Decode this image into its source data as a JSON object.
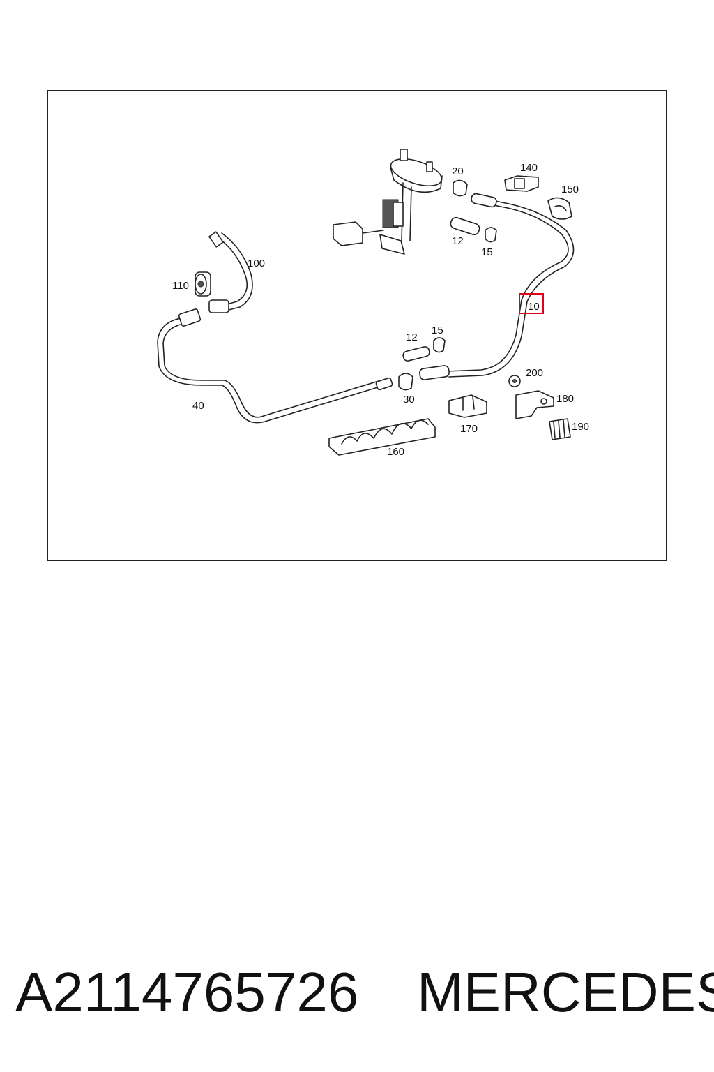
{
  "diagram": {
    "highlight_color": "#e0001b",
    "highlighted_callout": "10",
    "callouts": {
      "c10": "10",
      "c12a": "12",
      "c12b": "12",
      "c15a": "15",
      "c15b": "15",
      "c20": "20",
      "c30": "30",
      "c40": "40",
      "c100": "100",
      "c110": "110",
      "c140": "140",
      "c150": "150",
      "c160": "160",
      "c170": "170",
      "c180": "180",
      "c190": "190",
      "c200": "200"
    }
  },
  "footer": {
    "part_number": "A2114765726",
    "brand": "MERCEDES"
  }
}
